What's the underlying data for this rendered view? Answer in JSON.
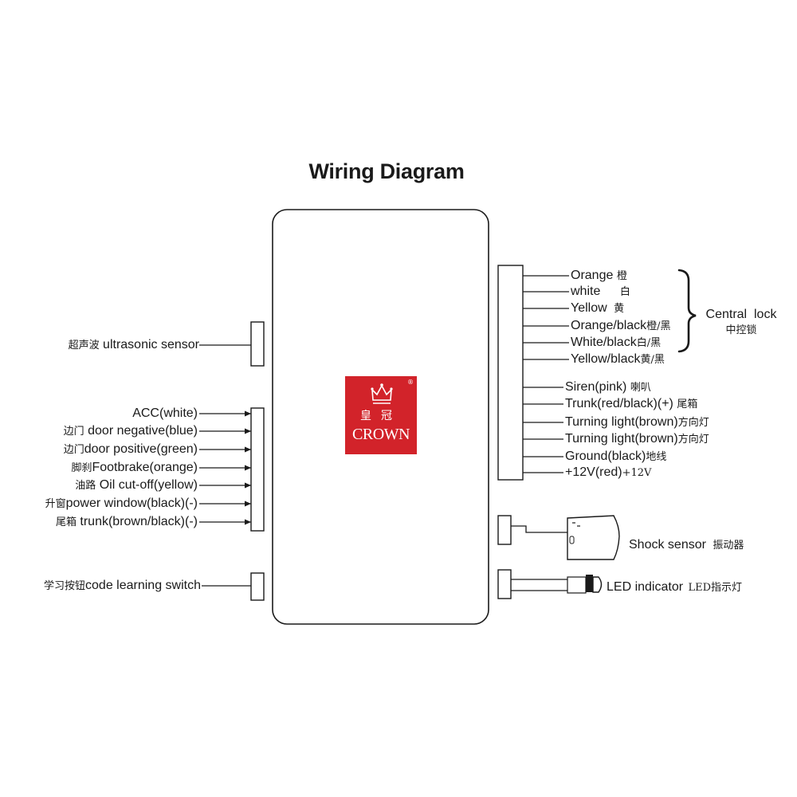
{
  "title": "Wiring Diagram",
  "logo": {
    "brand": "CROWN",
    "chinese_name": "皇冠",
    "registered_mark": "®",
    "background_color": "#d2232a",
    "icon": "crown-icon"
  },
  "left_connections": {
    "ultrasonic": {
      "cn": "超声波",
      "en": "ultrasonic sensor"
    },
    "harness": [
      {
        "cn": "",
        "en": "ACC(white)"
      },
      {
        "cn": "边门",
        "en": "door negative(blue)"
      },
      {
        "cn": "边门",
        "en": "door positive(green)"
      },
      {
        "cn": "脚刹",
        "en": "Footbrake(orange)"
      },
      {
        "cn": "油路",
        "en": "Oil cut-off(yellow)"
      },
      {
        "cn": "升窗",
        "en": "power window(black)(-)"
      },
      {
        "cn": "尾箱",
        "en": "trunk(brown/black)(-)"
      }
    ],
    "learning": {
      "cn": "学习按钮",
      "en": "code learning switch"
    }
  },
  "right_connections": {
    "central_lock_wires": [
      {
        "en": "Orange",
        "cn": "橙"
      },
      {
        "en": "white",
        "cn": "白"
      },
      {
        "en": "Yellow",
        "cn": "黄"
      },
      {
        "en": "Orange/black",
        "cn": "橙/黑"
      },
      {
        "en": "White/black",
        "cn": "白/黑"
      },
      {
        "en": "Yellow/black",
        "cn": "黄/黑"
      }
    ],
    "central_lock_group": {
      "en": "Central  lock",
      "cn": "中控锁"
    },
    "other_wires": [
      {
        "en": "Siren(pink)",
        "cn": "喇叭"
      },
      {
        "en": "Trunk(red/black)(+)",
        "cn": "尾箱"
      },
      {
        "en": "Turning light(brown)",
        "cn": "方向灯"
      },
      {
        "en": "Turning light(brown)",
        "cn": "方向灯"
      },
      {
        "en": "Ground(black)",
        "cn": "地线"
      },
      {
        "en": "+12V(red)",
        "cn": "+12V"
      }
    ],
    "shock_sensor": {
      "en": "Shock sensor",
      "cn": "振动器"
    },
    "led_indicator": {
      "en": "LED indicator",
      "cn": "LED指示灯"
    }
  }
}
